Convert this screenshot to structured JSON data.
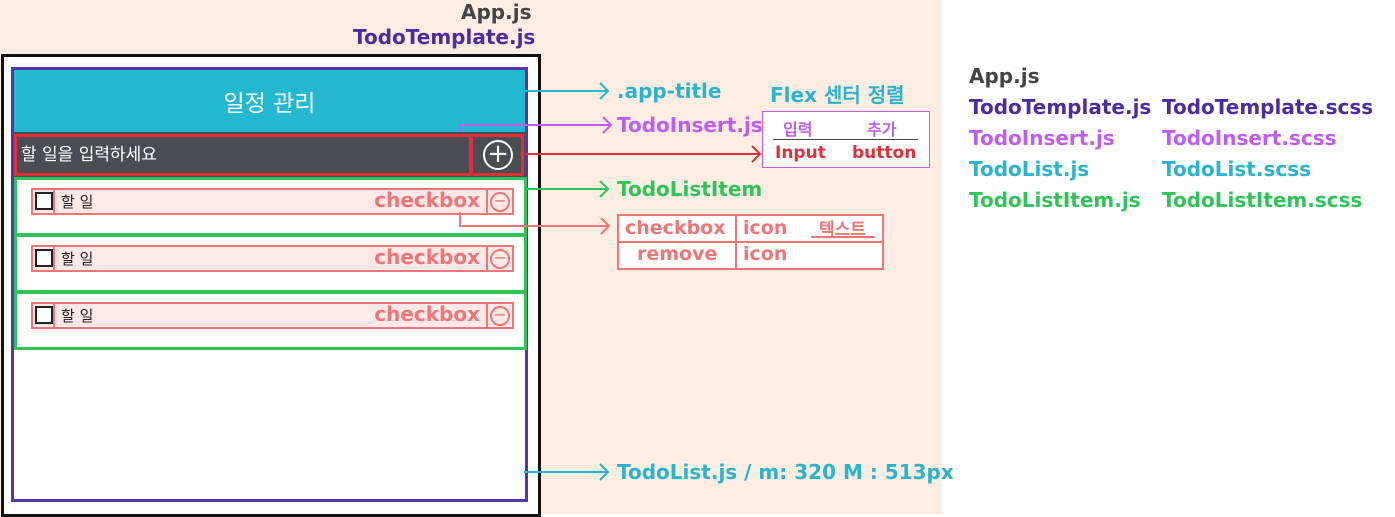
{
  "labels": {
    "app_js": "App.js",
    "todo_template_js": "TodoTemplate.js"
  },
  "app": {
    "title": "일정 관리",
    "input_placeholder": "할 일을 입력하세요",
    "add_icon": "plus-circle-icon",
    "items": [
      {
        "text": "할 일",
        "annotation": "checkbox"
      },
      {
        "text": "할 일",
        "annotation": "checkbox"
      },
      {
        "text": "할 일",
        "annotation": "checkbox"
      }
    ]
  },
  "annotations": {
    "app_title": ".app-title",
    "flex_center": "Flex 센터 정렬",
    "todo_insert": "TodoInsert.js",
    "todo_list_item": "TodoListItem",
    "todo_list": "TodoList.js / m: 320 M : 513px",
    "flex_table": {
      "headers": [
        "입력",
        "추가"
      ],
      "values": [
        "Input",
        "button"
      ]
    },
    "item_table": {
      "row1": [
        "checkbox",
        "icon",
        "텍스트"
      ],
      "row2": [
        "remove",
        "icon"
      ]
    }
  },
  "files": {
    "app": "App.js",
    "js": [
      "TodoTemplate.js",
      "TodoInsert.js",
      "TodoList.js",
      "TodoListItem.js"
    ],
    "scss": [
      "TodoTemplate.scss",
      "TodoInsert.scss",
      "TodoList.scss",
      "TodoListItem.scss"
    ]
  },
  "colors": {
    "template": "#4b2d9e",
    "title_bar": "#23b8d0",
    "insert": "#be5ef0",
    "list": "#2ab3cc",
    "list_item": "#2fc45a",
    "item_detail": "#ef7676",
    "input_button": "#e0303a",
    "background": "#fcede3"
  }
}
